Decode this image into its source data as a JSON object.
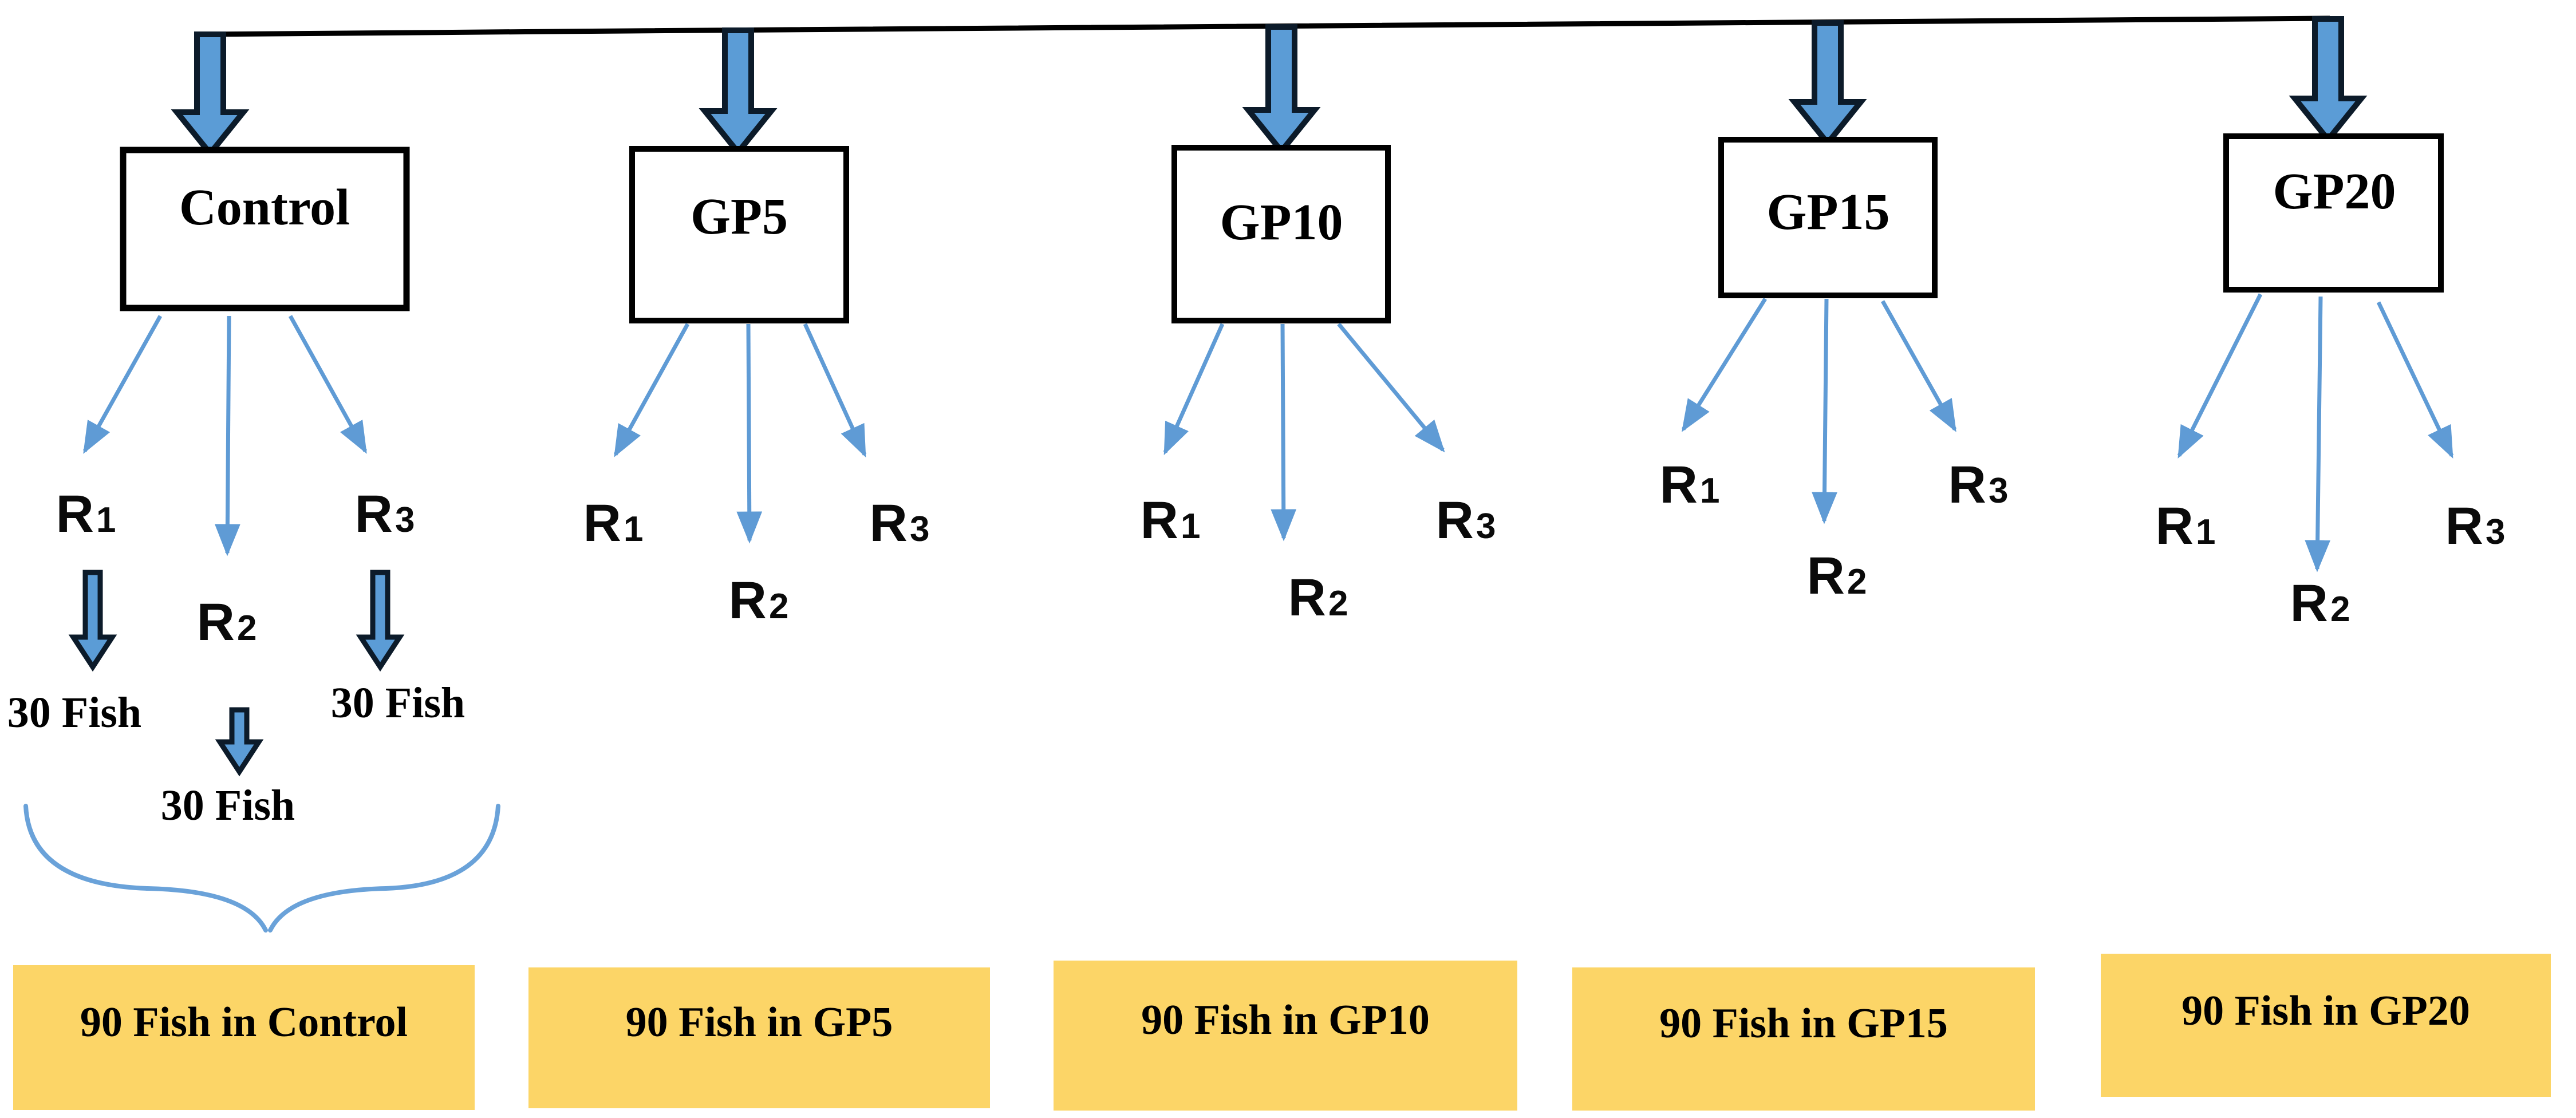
{
  "colors": {
    "arrow_fill": "#5b9cd6",
    "arrow_outline": "#0c1b2a",
    "thin_arrow": "#5f9bd5",
    "brace": "#6aa2d9",
    "connector_line": "#000000",
    "group_box_fill": "#ffffff",
    "group_box_border": "#000000",
    "total_box_fill": "#fcd567",
    "text": "#000000"
  },
  "groups": [
    {
      "label": "Control",
      "replicates": [
        {
          "base": "R",
          "sub": "1"
        },
        {
          "base": "R",
          "sub": "2"
        },
        {
          "base": "R",
          "sub": "3"
        }
      ],
      "replicate_counts": [
        "30 Fish",
        "30 Fish",
        "30 Fish"
      ],
      "total_label": "90 Fish in Control"
    },
    {
      "label": "GP5",
      "replicates": [
        {
          "base": "R",
          "sub": "1"
        },
        {
          "base": "R",
          "sub": "2"
        },
        {
          "base": "R",
          "sub": "3"
        }
      ],
      "total_label": "90 Fish in GP5"
    },
    {
      "label": "GP10",
      "replicates": [
        {
          "base": "R",
          "sub": "1"
        },
        {
          "base": "R",
          "sub": "2"
        },
        {
          "base": "R",
          "sub": "3"
        }
      ],
      "total_label": "90 Fish in GP10"
    },
    {
      "label": "GP15",
      "replicates": [
        {
          "base": "R",
          "sub": "1"
        },
        {
          "base": "R",
          "sub": "2"
        },
        {
          "base": "R",
          "sub": "3"
        }
      ],
      "total_label": "90 Fish in GP15"
    },
    {
      "label": "GP20",
      "replicates": [
        {
          "base": "R",
          "sub": "1"
        },
        {
          "base": "R",
          "sub": "2"
        },
        {
          "base": "R",
          "sub": "3"
        }
      ],
      "total_label": "90 Fish in GP20"
    }
  ]
}
